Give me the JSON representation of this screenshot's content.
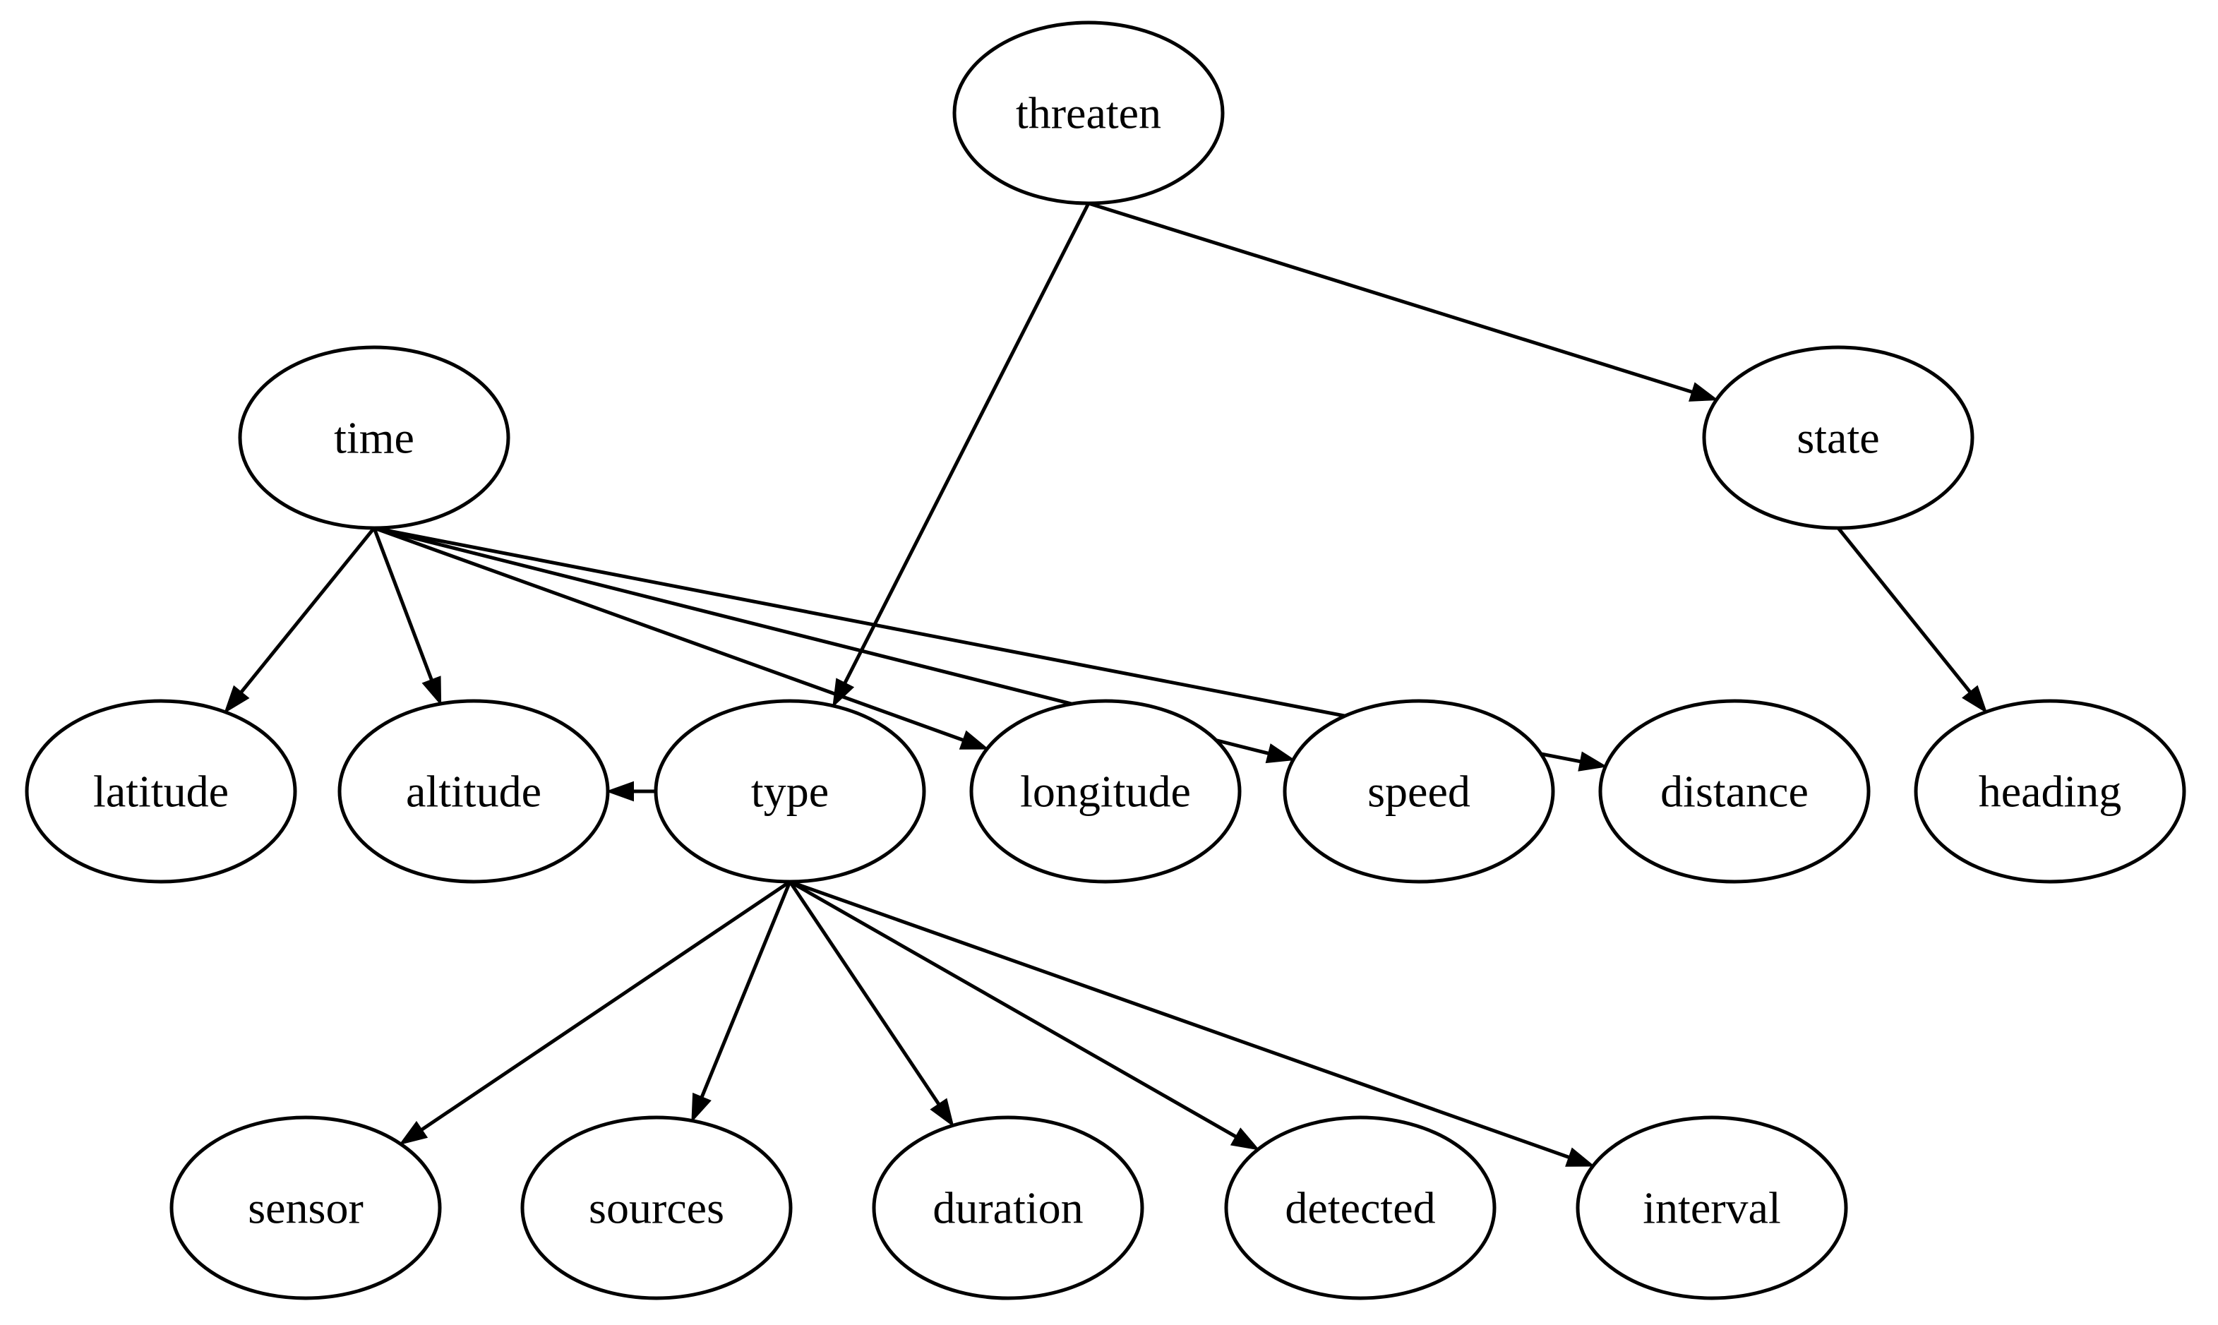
{
  "nodes": [
    {
      "id": "threaten",
      "label": "threaten"
    },
    {
      "id": "time",
      "label": "time"
    },
    {
      "id": "state",
      "label": "state"
    },
    {
      "id": "latitude",
      "label": "latitude"
    },
    {
      "id": "altitude",
      "label": "altitude"
    },
    {
      "id": "type",
      "label": "type"
    },
    {
      "id": "longitude",
      "label": "longitude"
    },
    {
      "id": "speed",
      "label": "speed"
    },
    {
      "id": "distance",
      "label": "distance"
    },
    {
      "id": "heading",
      "label": "heading"
    },
    {
      "id": "sensor",
      "label": "sensor"
    },
    {
      "id": "sources",
      "label": "sources"
    },
    {
      "id": "duration",
      "label": "duration"
    },
    {
      "id": "detected",
      "label": "detected"
    },
    {
      "id": "interval",
      "label": "interval"
    }
  ],
  "edges": [
    {
      "from": "threaten",
      "to": "type"
    },
    {
      "from": "threaten",
      "to": "state"
    },
    {
      "from": "time",
      "to": "latitude"
    },
    {
      "from": "time",
      "to": "altitude"
    },
    {
      "from": "time",
      "to": "longitude"
    },
    {
      "from": "time",
      "to": "speed"
    },
    {
      "from": "time",
      "to": "distance"
    },
    {
      "from": "state",
      "to": "heading"
    },
    {
      "from": "type",
      "to": "altitude"
    },
    {
      "from": "type",
      "to": "sensor"
    },
    {
      "from": "type",
      "to": "sources"
    },
    {
      "from": "type",
      "to": "duration"
    },
    {
      "from": "type",
      "to": "detected"
    },
    {
      "from": "type",
      "to": "interval"
    }
  ]
}
